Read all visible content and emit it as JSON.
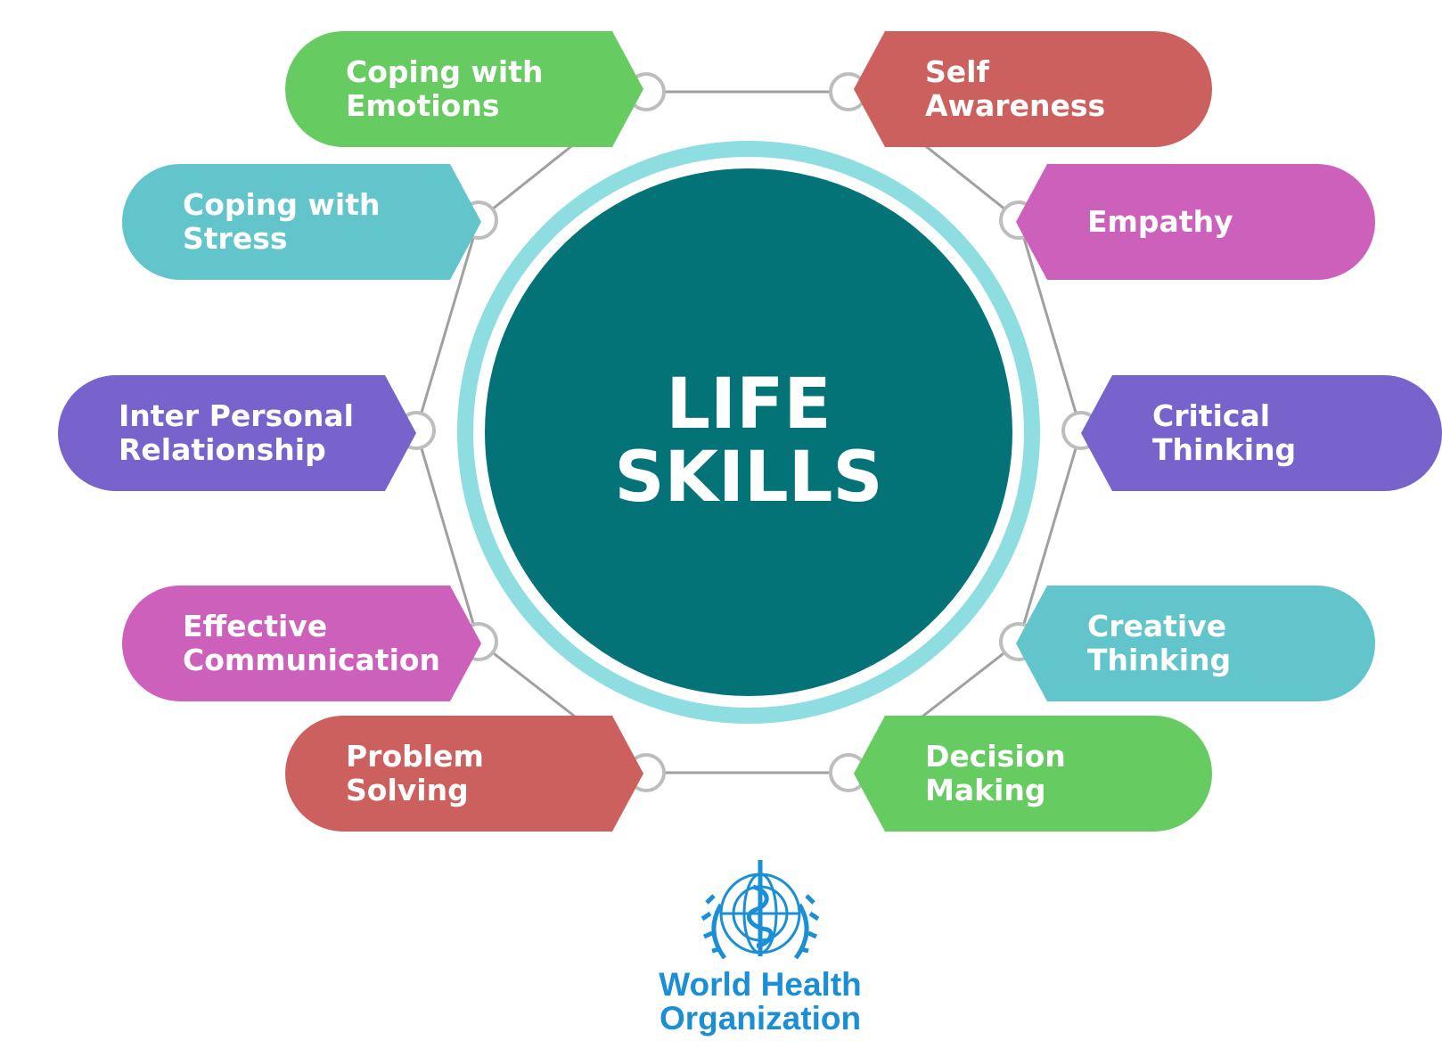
{
  "center": {
    "line1": "LIFE",
    "line2": "SKILLS"
  },
  "colors": {
    "green": "#66cc62",
    "red": "#cc605e",
    "teal": "#63c5cc",
    "magenta": "#cd60bb",
    "purple": "#7863cc",
    "center_fill": "#037378",
    "ring": "#8ddde1",
    "connector": "#a0a0a0",
    "who_blue": "#1a8fd6"
  },
  "skills": [
    {
      "id": "coping-with-emotions",
      "lines": [
        "Coping  with",
        "Emotions"
      ],
      "color": "green"
    },
    {
      "id": "coping-with-stress",
      "lines": [
        "Coping  with",
        "Stress"
      ],
      "color": "teal"
    },
    {
      "id": "inter-personal-relationship",
      "lines": [
        "Inter Personal",
        "Relationship"
      ],
      "color": "purple"
    },
    {
      "id": "effective-communication",
      "lines": [
        "Effective",
        "Communication"
      ],
      "color": "magenta"
    },
    {
      "id": "problem-solving",
      "lines": [
        "Problem",
        "Solving"
      ],
      "color": "red"
    },
    {
      "id": "self-awareness",
      "lines": [
        "Self",
        "Awareness"
      ],
      "color": "red"
    },
    {
      "id": "empathy",
      "lines": [
        "Empathy"
      ],
      "color": "magenta"
    },
    {
      "id": "critical-thinking",
      "lines": [
        "Critical",
        "Thinking"
      ],
      "color": "purple"
    },
    {
      "id": "creative-thinking",
      "lines": [
        "Creative",
        "Thinking"
      ],
      "color": "teal"
    },
    {
      "id": "decision-making",
      "lines": [
        "Decision",
        "Making"
      ],
      "color": "green"
    }
  ],
  "logo": {
    "line1": "World Health",
    "line2": "Organization",
    "icon": "who-emblem-icon"
  }
}
